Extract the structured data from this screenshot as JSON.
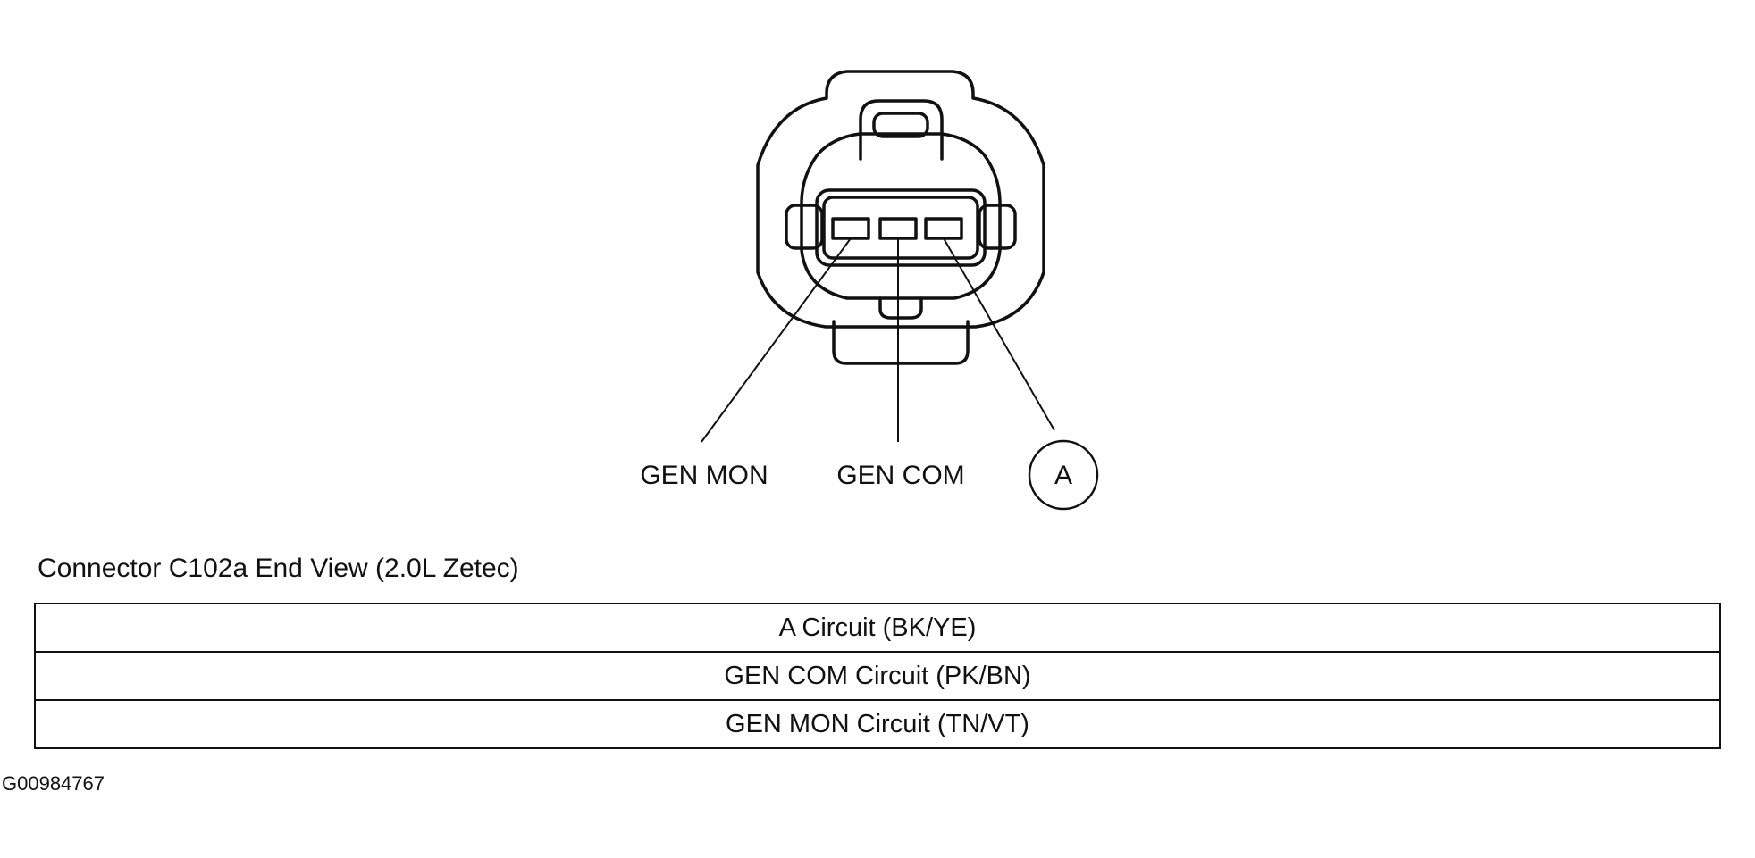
{
  "connector": {
    "pin_labels": {
      "gen_mon": "GEN MON",
      "gen_com": "GEN COM",
      "a": "A"
    },
    "caption": "Connector C102a End View (2.0L Zetec)"
  },
  "circuits": [
    "A Circuit (BK/YE)",
    "GEN COM Circuit (PK/BN)",
    "GEN MON Circuit (TN/VT)"
  ],
  "figure_id": "G00984767",
  "colors": {
    "line": "#111111",
    "background": "#ffffff"
  }
}
